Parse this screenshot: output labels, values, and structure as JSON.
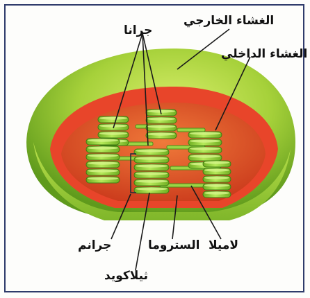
{
  "labels": {
    "grana": "جرانا",
    "outer_membrane": "الغشاء الخارجي",
    "inner_membrane": "الغشاء الداخلي",
    "granum": "جرانم",
    "stroma": "الستروما",
    "lamella": "لاميلا",
    "thylakoid": "ثيلاكويد"
  },
  "colors": {
    "outer_green": "#a6d13a",
    "outer_dark_green": "#5f9a1c",
    "inner_red": "#e8452a",
    "stroma_orange": "#e0541f",
    "thylakoid_green": "#8fd13a",
    "frame_blue": "#2f3b6b"
  }
}
